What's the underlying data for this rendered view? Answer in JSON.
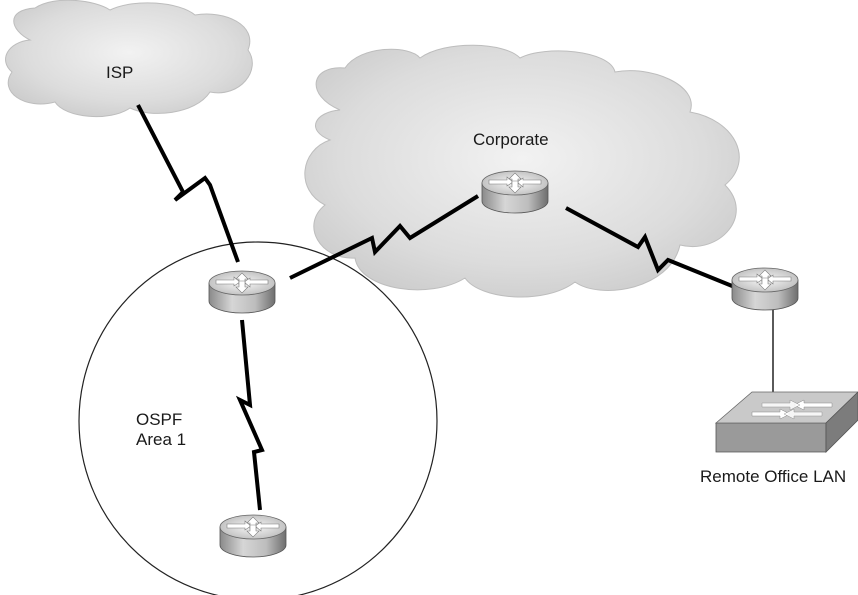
{
  "diagram": {
    "clouds": {
      "isp": {
        "label": "ISP"
      },
      "corporate": {
        "label": "Corporate"
      }
    },
    "area": {
      "label_line1": "OSPF",
      "label_line2": "Area 1"
    },
    "remote_lan": {
      "label": "Remote Office LAN"
    },
    "routers": [
      "corporate-router",
      "area-border-router",
      "area1-internal-router",
      "remote-office-router"
    ],
    "links": [
      {
        "from": "isp-cloud",
        "to": "area-border-router",
        "type": "serial"
      },
      {
        "from": "area-border-router",
        "to": "corporate-router",
        "type": "serial"
      },
      {
        "from": "corporate-router",
        "to": "remote-office-router",
        "type": "serial"
      },
      {
        "from": "area-border-router",
        "to": "area1-internal-router",
        "type": "serial"
      },
      {
        "from": "remote-office-router",
        "to": "remote-office-switch",
        "type": "ethernet"
      }
    ]
  }
}
